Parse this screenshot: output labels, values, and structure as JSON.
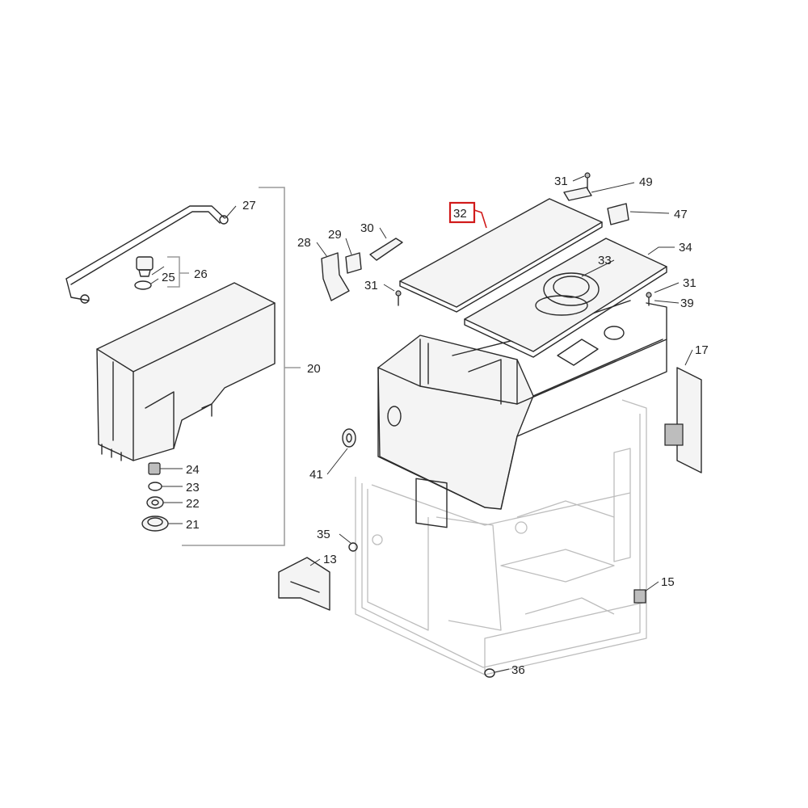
{
  "labels": {
    "p13": "13",
    "p15": "15",
    "p17": "17",
    "p20": "20",
    "p21": "21",
    "p22": "22",
    "p23": "23",
    "p24": "24",
    "p25": "25",
    "p26": "26",
    "p27": "27",
    "p28": "28",
    "p29": "29",
    "p30": "30",
    "p31a": "31",
    "p31b": "31",
    "p31c": "31",
    "p32": "32",
    "p33": "33",
    "p34": "34",
    "p35": "35",
    "p36": "36",
    "p39": "39",
    "p41": "41",
    "p47": "47",
    "p49": "49"
  },
  "highlighted_part": "32",
  "colors": {
    "highlight": "#d11a1a",
    "line": "#2a2a2a",
    "ghost": "#bdbdbd"
  }
}
